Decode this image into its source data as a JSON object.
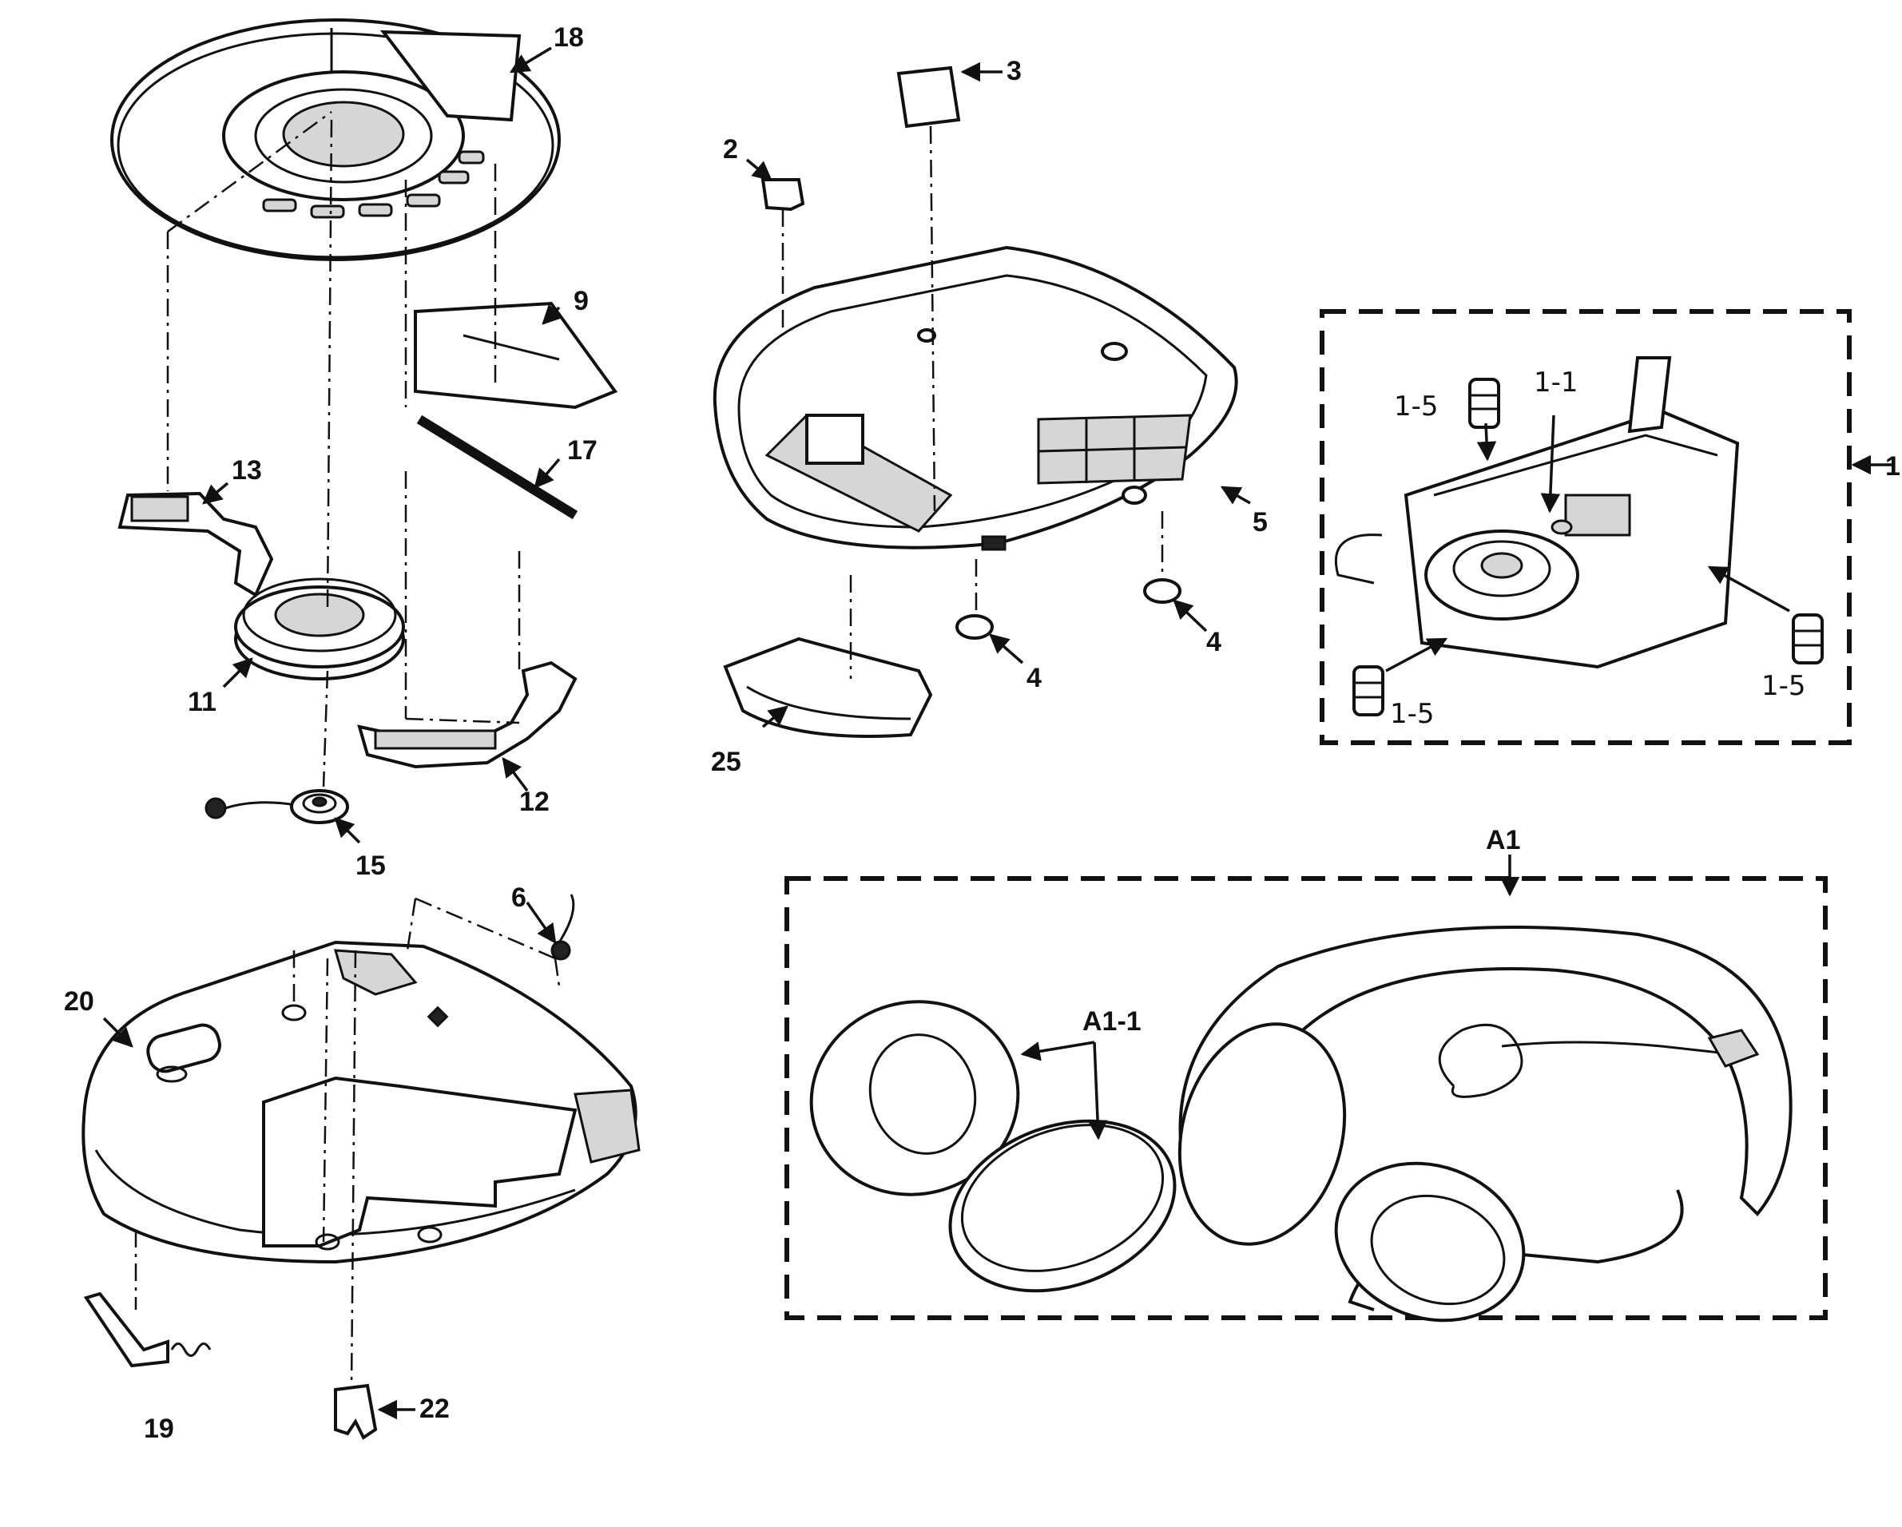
{
  "labels": {
    "p1": "1",
    "p1_1": "1-1",
    "p1_5a": "1-5",
    "p1_5b": "1-5",
    "p1_5c": "1-5",
    "p2": "2",
    "p3": "3",
    "p4a": "4",
    "p4b": "4",
    "p5": "5",
    "p6": "6",
    "p9": "9",
    "p11": "11",
    "p12": "12",
    "p13": "13",
    "p15": "15",
    "p17": "17",
    "p18": "18",
    "p19": "19",
    "p20": "20",
    "p22": "22",
    "p25": "25",
    "a1": "A1",
    "a1_1": "A1-1"
  }
}
